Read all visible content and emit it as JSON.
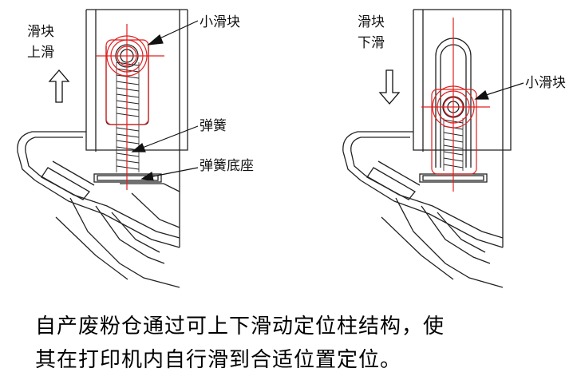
{
  "left_panel": {
    "direction_line1": "滑块",
    "direction_line2": "上滑",
    "arrow": "arrow-up-icon",
    "label_slider": "小滑块",
    "label_spring": "弹簧",
    "label_spring_base": "弹簧底座"
  },
  "right_panel": {
    "direction_line1": "滑块",
    "direction_line2": "下滑",
    "arrow": "arrow-down-icon",
    "label_slider": "小滑块"
  },
  "caption": {
    "line1": "自产废粉仓通过可上下滑动定位柱结构，使",
    "line2": "其在打印机内自行滑到合适位置定位。"
  },
  "colors": {
    "line": "#222222",
    "highlight": "#e02020"
  }
}
